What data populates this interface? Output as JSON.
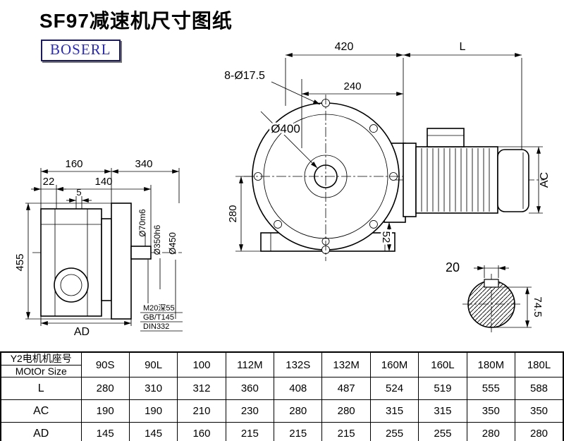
{
  "title": "SF97减速机尺寸图纸",
  "logo_text": "BOSERL",
  "drawing": {
    "dims": {
      "d420": "420",
      "dL": "L",
      "holes": "8-Ø17.5",
      "d240": "240",
      "dia400": "Ø400",
      "d160": "160",
      "d340": "340",
      "d22": "22",
      "d140": "140",
      "d5": "5",
      "d455": "455",
      "dAD": "AD",
      "dia70": "Ø70m6",
      "dia350": "Ø350h6",
      "dia450": "Ø450",
      "note1": "M20深55",
      "note2": "GB/T145",
      "note3": "DIN332",
      "d280": "280",
      "d52": "52",
      "dAC": "AC",
      "d20": "20",
      "d745": "74.5"
    }
  },
  "table": {
    "header": {
      "line1": "Y2电机机座号",
      "line2": "MOtOr Size"
    },
    "sizes": [
      "90S",
      "90L",
      "100",
      "112M",
      "132S",
      "132M",
      "160M",
      "160L",
      "180M",
      "180L"
    ],
    "rows": [
      {
        "label": "L",
        "values": [
          "280",
          "310",
          "312",
          "360",
          "408",
          "487",
          "524",
          "519",
          "555",
          "588"
        ]
      },
      {
        "label": "AC",
        "values": [
          "190",
          "190",
          "210",
          "230",
          "280",
          "280",
          "315",
          "315",
          "350",
          "350"
        ]
      },
      {
        "label": "AD",
        "values": [
          "145",
          "145",
          "160",
          "215",
          "215",
          "215",
          "255",
          "255",
          "280",
          "280"
        ]
      }
    ]
  }
}
